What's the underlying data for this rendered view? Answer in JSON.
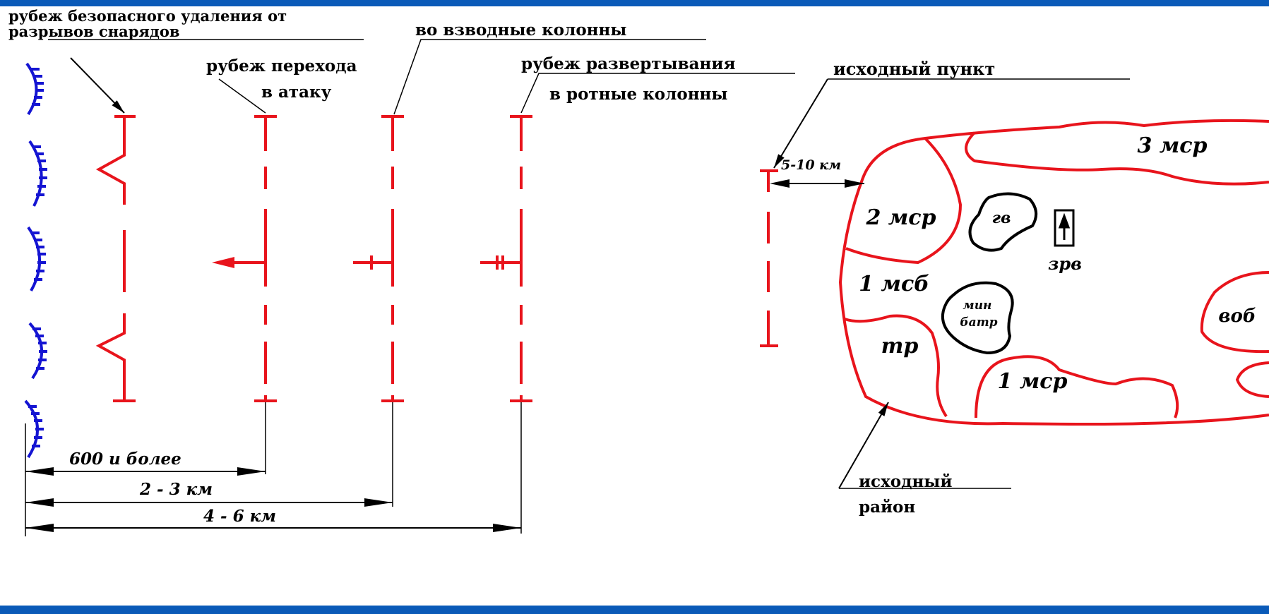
{
  "colors": {
    "frame": "#0a5ab8",
    "line": "#e8141c",
    "trench": "#1414d2",
    "ink": "#000000"
  },
  "labels": {
    "safe_line_1": "рубеж безопасного удаления от",
    "safe_line_2": "разрывов снарядов",
    "platoon_columns": "во взводные  колонны",
    "attack_line_1": "рубеж перехода",
    "attack_line_2": "в атаку",
    "deploy_line_1": "рубеж развертывания",
    "deploy_line_2": "в ротные колонны",
    "start_point": "исходный пункт",
    "distance_5_10": "5-10 км",
    "start_area_1": "исходный",
    "start_area_2": "район"
  },
  "units": {
    "msr3": "3 мср",
    "msr2": "2 мср",
    "gv": "гв",
    "zrv": "зрв",
    "msb1": "1 мсб",
    "minbatr_1": "мин",
    "minbatr_2": "батр",
    "vob": "воб",
    "tr": "тр",
    "msr1": "1 мср"
  },
  "dimensions": {
    "d600": "600 и более",
    "d2_3": "2 - 3 км",
    "d4_6": "4 - 6 км"
  }
}
